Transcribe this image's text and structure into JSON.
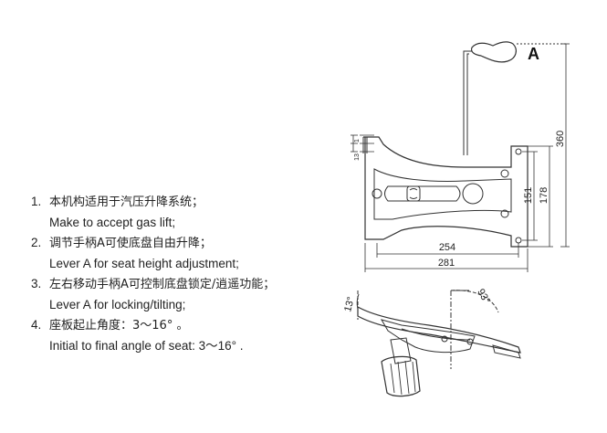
{
  "specs": [
    {
      "num": "1.",
      "cn": "本机构适用于汽压升降系统；",
      "en": "Make to accept gas lift;"
    },
    {
      "num": "2.",
      "cn": "调节手柄A可使底盘自由升降；",
      "en": "Lever A for seat height adjustment;"
    },
    {
      "num": "3.",
      "cn": "左右移动手柄A可控制底盘锁定/逍遥功能；",
      "en": "Lever A for locking/tilting;"
    },
    {
      "num": "4.",
      "cn": "座板起止角度：3～16°   。",
      "en": "Initial to final angle of seat: 3～16°   ."
    }
  ],
  "diagram": {
    "lever_label": "A",
    "dimensions": {
      "height_total": "360",
      "height_outer": "178",
      "height_inner": "151",
      "width_inner": "254",
      "width_outer": "281",
      "left_small_1": "1",
      "left_small_2": "13"
    },
    "angles": {
      "seat_tilt": "13°",
      "lever_rotation": "93°"
    }
  }
}
